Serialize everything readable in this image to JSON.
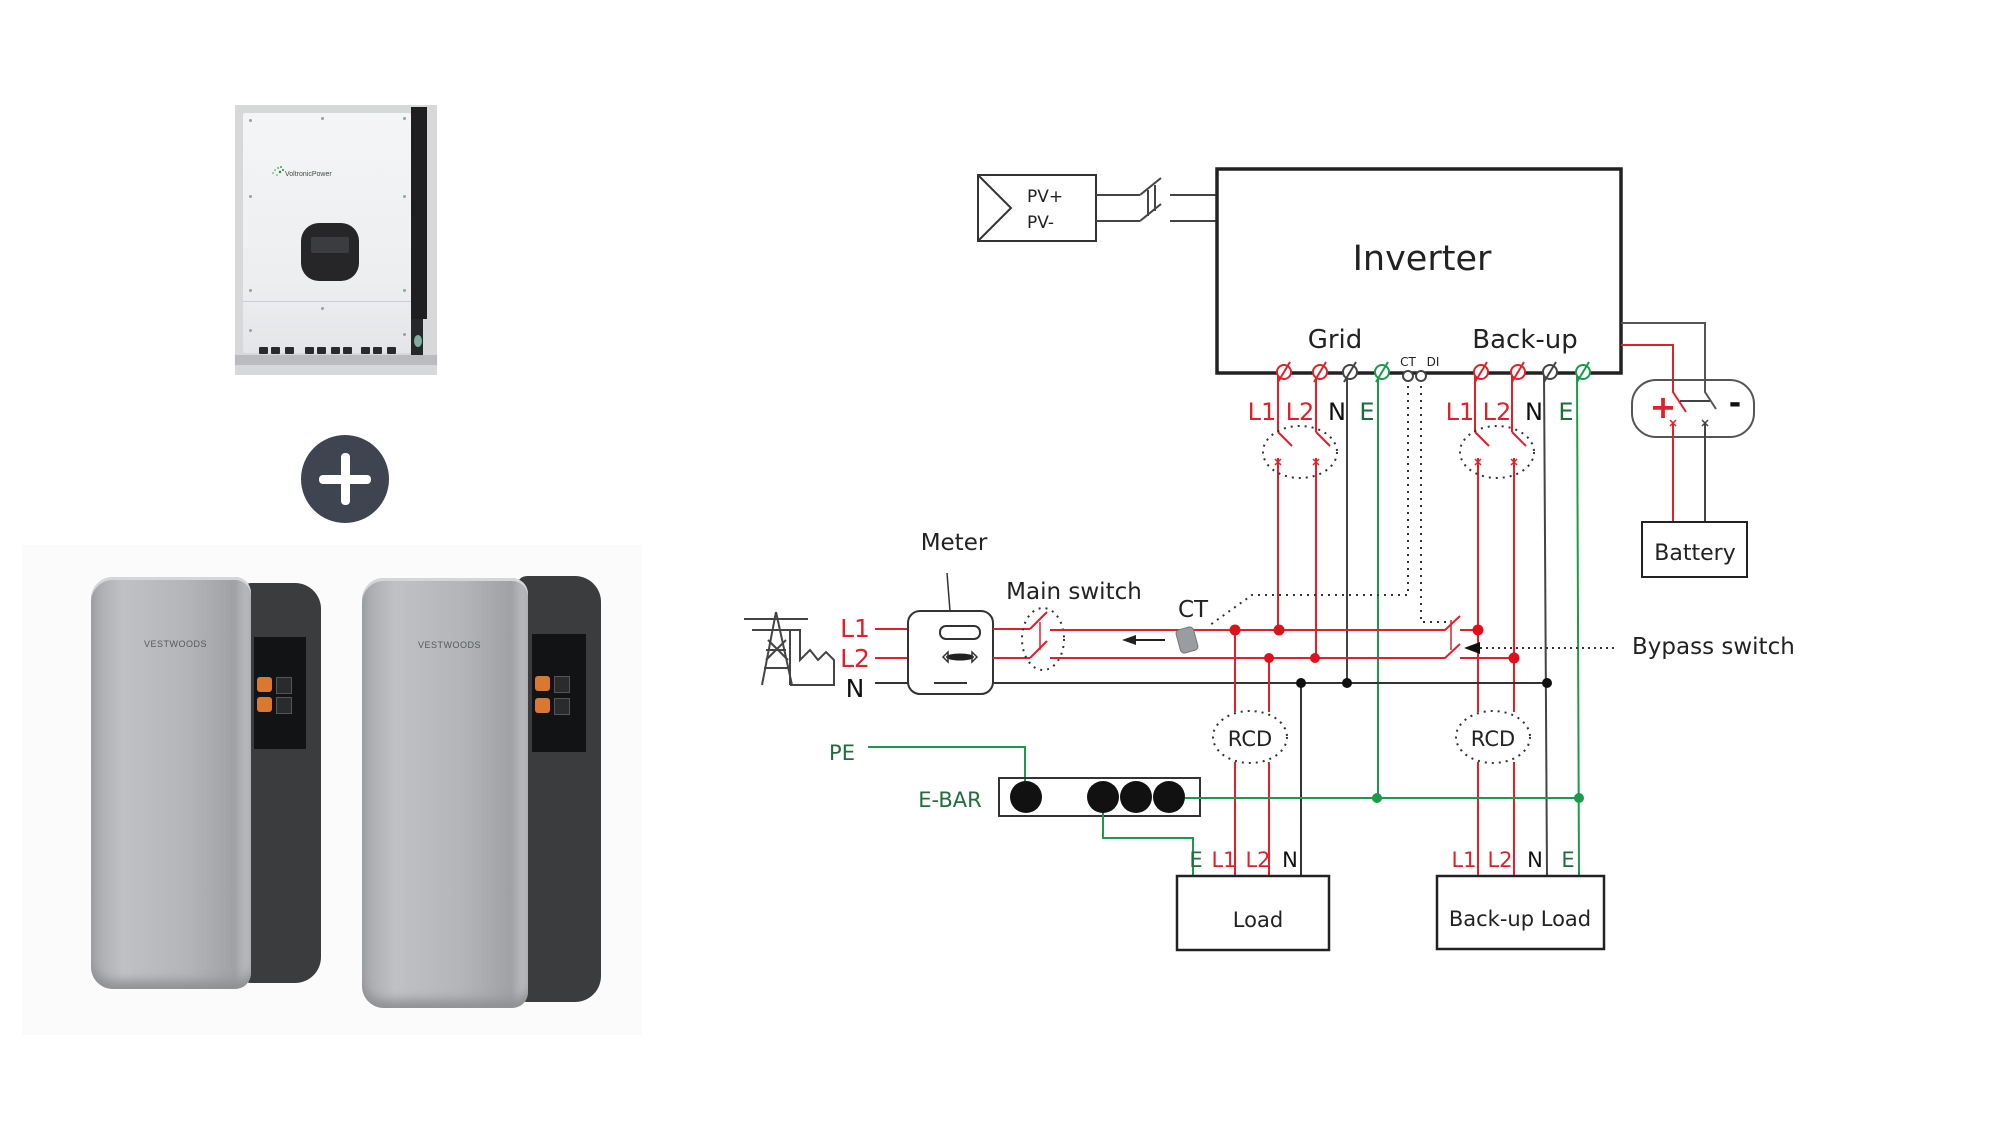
{
  "products": {
    "inverter_brand": "VoltronicPower",
    "battery_brand": "VESTWOODS",
    "combine_icon": "plus-icon",
    "battery_count": 2
  },
  "colors": {
    "line_red": "#e0202a",
    "line_green": "#1a9a4a",
    "label_green": "#1e6e3c",
    "line_black": "#222222",
    "plus_circle": "#3e4550"
  },
  "diagram": {
    "pv": {
      "plus": "PV+",
      "minus": "PV-"
    },
    "inverter": {
      "title": "Inverter",
      "grid_label": "Grid",
      "backup_label": "Back-up",
      "ct_label": "CT",
      "di_label": "DI"
    },
    "grid_terminals": [
      "L1",
      "L2",
      "N",
      "E"
    ],
    "backup_terminals": [
      "L1",
      "L2",
      "N",
      "E"
    ],
    "battery_switch": {
      "plus": "+",
      "minus": "-"
    },
    "battery": "Battery",
    "meter": "Meter",
    "main_switch": "Main switch",
    "ct": "CT",
    "bypass_switch": "Bypass switch",
    "grid_lines": [
      "L1",
      "L2",
      "N"
    ],
    "pe": "PE",
    "ebar": "E-BAR",
    "rcd": "RCD",
    "load": {
      "label": "Load",
      "terminals": [
        "E",
        "L1",
        "L2",
        "N"
      ]
    },
    "backup_load": {
      "label": "Back-up Load",
      "terminals": [
        "L1",
        "L2",
        "N",
        "E"
      ]
    }
  }
}
